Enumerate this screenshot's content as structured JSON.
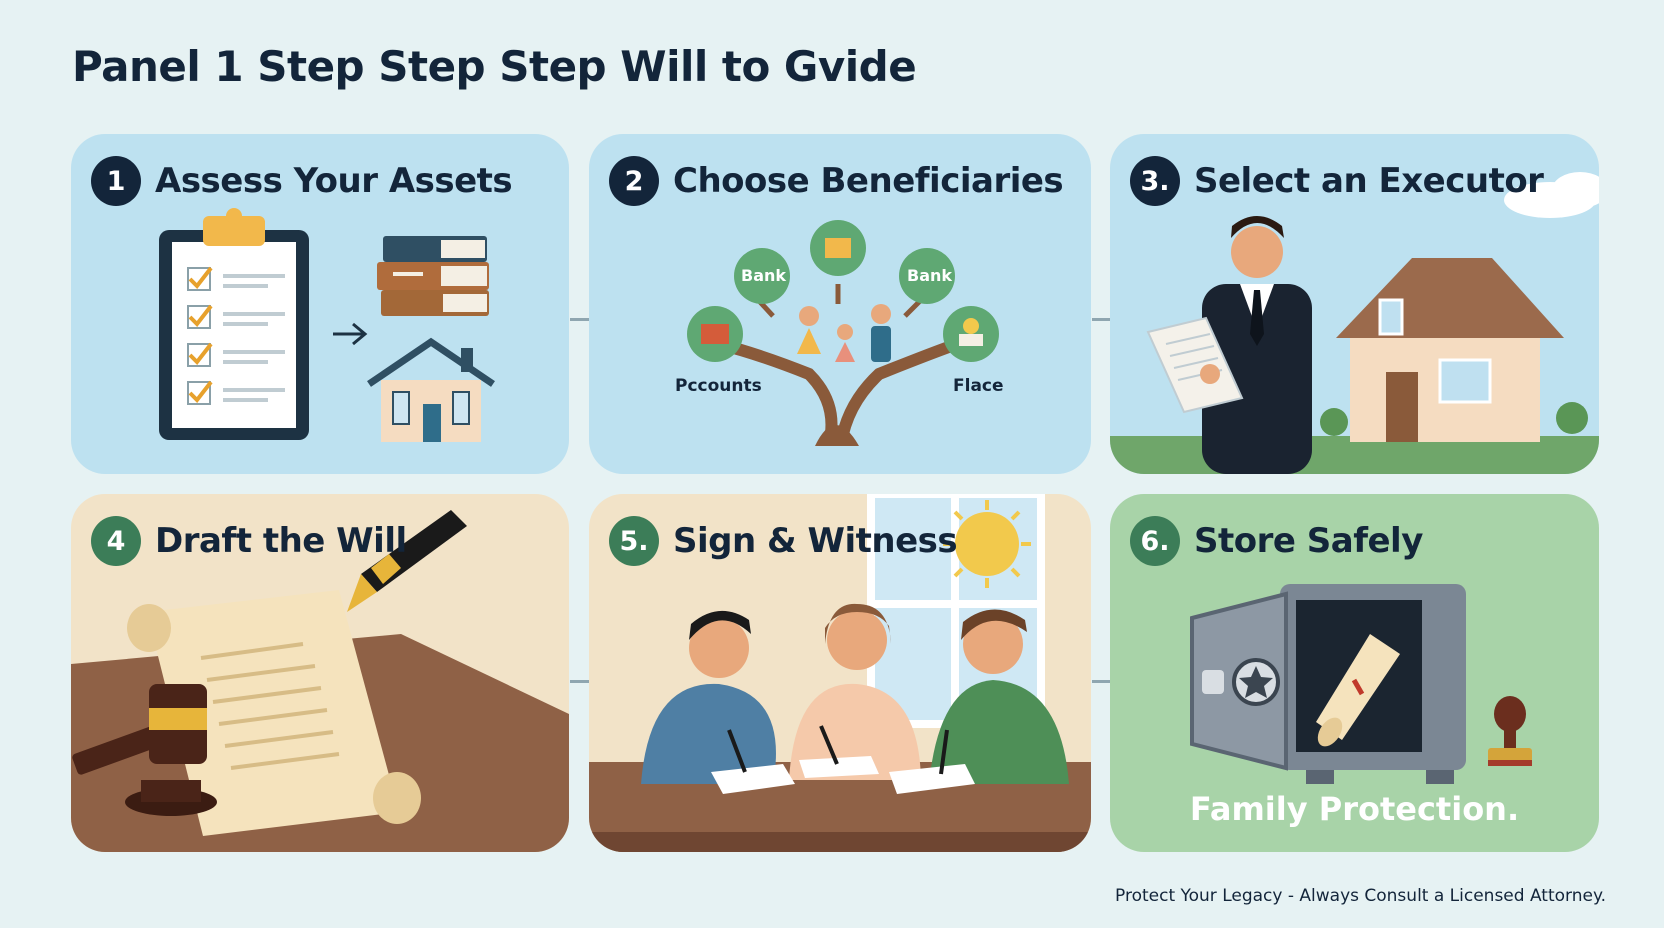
{
  "title": "Panel 1 Step Step Step Will to Gvide",
  "steps": [
    {
      "number": "1",
      "title": "Assess Your Assets"
    },
    {
      "number": "2",
      "title": "Choose Beneficiaries"
    },
    {
      "number": "3.",
      "title": "Select an Executor"
    },
    {
      "number": "4",
      "title": "Draft the Will"
    },
    {
      "number": "5.",
      "title": "Sign & Witness"
    },
    {
      "number": "6.",
      "title": "Store Safely"
    }
  ],
  "tree": {
    "left_node": "Bank",
    "right_node": "Bank",
    "left_caption": "Pccounts",
    "right_caption": "Flace"
  },
  "store_caption": "Family Protection.",
  "footer": "Protect Your Legacy - Always Consult a Licensed Attorney.",
  "colors": {
    "background": "#e6f2f3",
    "blue_panel": "#bde1f0",
    "tan_panel": "#f2e3c8",
    "green_panel": "#a8d3a8",
    "dark_badge": "#13253a",
    "green_badge": "#3c7d58"
  }
}
